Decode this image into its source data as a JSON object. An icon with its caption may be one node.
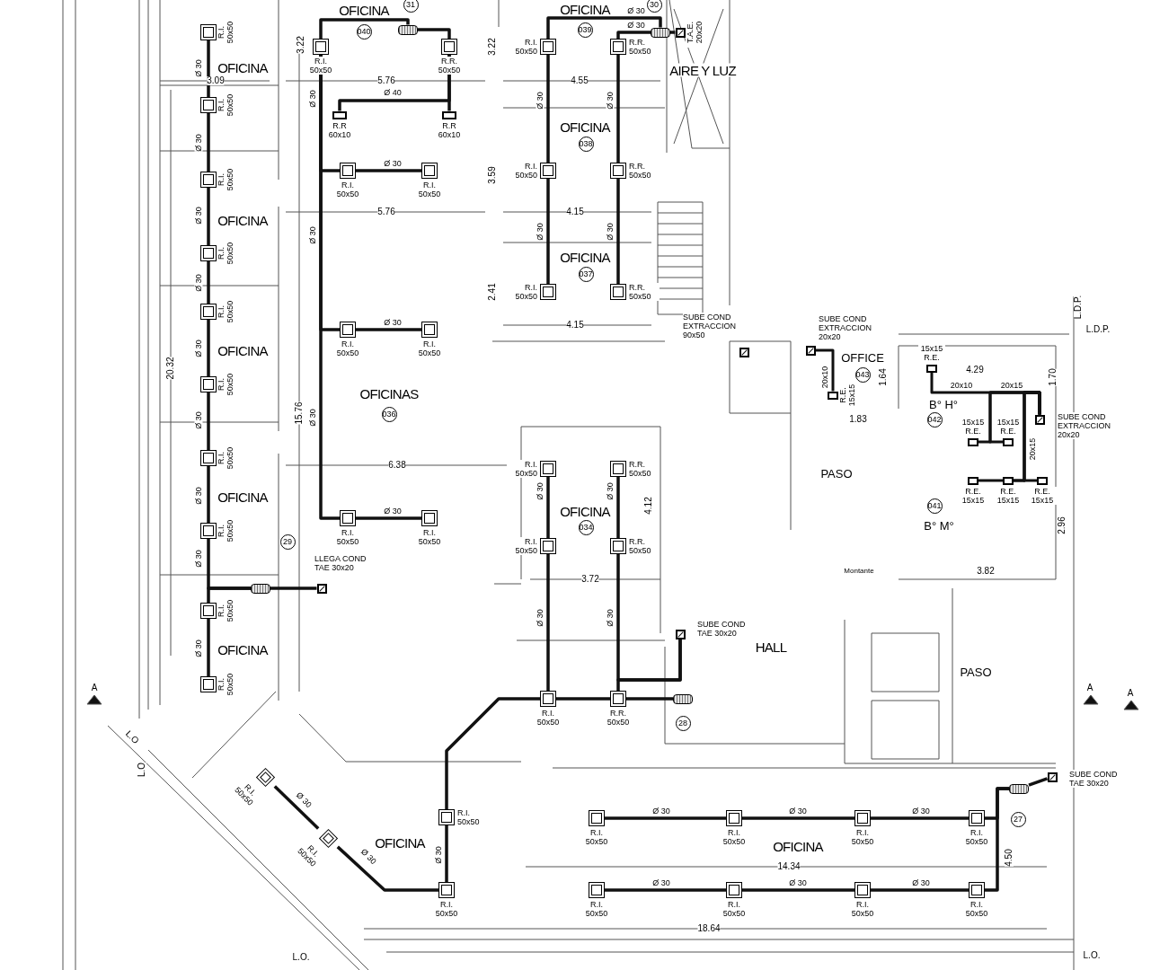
{
  "diagram": {
    "nodes": [
      {
        "text": [],
        "shape": "box",
        "beside": [
          "R.I. 50x50"
        ]
      },
      {
        "text": [],
        "shape": "box",
        "beside": [
          "R.I. 50x50"
        ]
      },
      {
        "text": [],
        "shape": "box",
        "beside": [
          "R.I. 50x50"
        ]
      },
      {
        "text": [],
        "shape": "box",
        "beside": [
          "R.I. 50x50"
        ]
      },
      {
        "text": [],
        "shape": "box",
        "beside": [
          "R.I. 50x50"
        ]
      },
      {
        "text": [],
        "shape": "box",
        "beside": [
          "R.I. 50x50"
        ]
      },
      {
        "text": [],
        "shape": "box",
        "beside": [
          "R.I. 50x50"
        ]
      },
      {
        "text": [],
        "shape": "box",
        "beside": [
          "R.I. 50x50"
        ]
      },
      {
        "text": [],
        "shape": "box",
        "beside": [
          "R.I. 50x50"
        ]
      },
      {
        "text": [],
        "shape": "box",
        "beside": [
          "R.I. 50x50"
        ]
      },
      {
        "text": [],
        "shape": "box"
      },
      {
        "text": [],
        "shape": "box",
        "beside": [
          "LLEGA COND TAE 30x20"
        ]
      },
      {
        "text": [],
        "shape": "box"
      },
      {
        "text": [],
        "shape": "box",
        "beside": [
          "R.I. 50x50"
        ]
      },
      {
        "text": [],
        "shape": "box",
        "beside": [
          "R.R. 50x50"
        ]
      },
      {
        "text": [],
        "shape": "box",
        "beside": [
          "R.R 60x10"
        ]
      },
      {
        "text": [],
        "shape": "box",
        "beside": [
          "R.R 60x10"
        ]
      },
      {
        "text": [],
        "shape": "box",
        "beside": [
          "R.I. 50x50"
        ]
      },
      {
        "text": [],
        "shape": "box",
        "beside": [
          "R.I. 50x50"
        ]
      },
      {
        "text": [],
        "shape": "box",
        "beside": [
          "R.I. 50x50"
        ]
      },
      {
        "text": [],
        "shape": "box",
        "beside": [
          "R.I. 50x50"
        ]
      },
      {
        "text": [],
        "shape": "box",
        "beside": [
          "R.I. 50x50"
        ]
      },
      {
        "text": [],
        "shape": "box",
        "beside": [
          "R.I. 50x50"
        ]
      },
      {
        "text": [],
        "shape": "box",
        "beside": [
          "T.A.E. 20x20"
        ]
      },
      {
        "text": [],
        "shape": "box"
      },
      {
        "text": [],
        "shape": "box",
        "beside": [
          "R.I. 50x50"
        ]
      },
      {
        "text": [],
        "shape": "box",
        "beside": [
          "R.R. 50x50"
        ]
      },
      {
        "text": [],
        "shape": "box",
        "beside": [
          "R.I. 50x50"
        ]
      },
      {
        "text": [],
        "shape": "box",
        "beside": [
          "R.R. 50x50"
        ]
      },
      {
        "text": [],
        "shape": "box",
        "beside": [
          "R.I. 50x50"
        ]
      },
      {
        "text": [],
        "shape": "box",
        "beside": [
          "R.R. 50x50"
        ]
      },
      {
        "text": [],
        "shape": "box",
        "beside": [
          "R.I. 50x50"
        ]
      },
      {
        "text": [],
        "shape": "box",
        "beside": [
          "R.R. 50x50"
        ]
      },
      {
        "text": [],
        "shape": "box",
        "beside": [
          "R.I. 50x50"
        ]
      },
      {
        "text": [],
        "shape": "box",
        "beside": [
          "R.R. 50x50"
        ]
      },
      {
        "text": [],
        "shape": "box",
        "beside": [
          "SUBE COND TAE 30x20"
        ]
      },
      {
        "text": [],
        "shape": "box"
      },
      {
        "text": [],
        "shape": "box",
        "beside": [
          "R.I. 50x50"
        ]
      },
      {
        "text": [],
        "shape": "box",
        "beside": [
          "R.R. 50x50"
        ]
      },
      {
        "text": [],
        "shape": "diamond",
        "beside": [
          "R.I. 50x50"
        ]
      },
      {
        "text": [],
        "shape": "diamond",
        "beside": [
          "R.I. 50x50"
        ]
      },
      {
        "text": [],
        "shape": "box",
        "beside": [
          "R.I. 50x50"
        ]
      },
      {
        "text": [],
        "shape": "box",
        "beside": [
          "R.I. 50x50"
        ]
      },
      {
        "text": [],
        "shape": "box",
        "beside": [
          "R.I. 50x50"
        ]
      },
      {
        "text": [],
        "shape": "box",
        "beside": [
          "R.I. 50x50"
        ]
      },
      {
        "text": [],
        "shape": "box",
        "beside": [
          "R.I. 50x50"
        ]
      },
      {
        "text": [],
        "shape": "box",
        "beside": [
          "R.I. 50x50"
        ]
      },
      {
        "text": [],
        "shape": "box",
        "beside": [
          "R.I. 50x50"
        ]
      },
      {
        "text": [],
        "shape": "box",
        "beside": [
          "R.I. 50x50"
        ]
      },
      {
        "text": [],
        "shape": "box",
        "beside": [
          "R.I. 50x50"
        ]
      },
      {
        "text": [],
        "shape": "box",
        "beside": [
          "R.I. 50x50"
        ]
      },
      {
        "text": [],
        "shape": "box"
      },
      {
        "text": [],
        "shape": "box",
        "beside": [
          "SUBE COND TAE 30x20"
        ]
      },
      {
        "text": [],
        "shape": "box",
        "beside": [
          "SUBE COND EXTRACCION 20x20"
        ]
      },
      {
        "text": [],
        "shape": "box",
        "beside": [
          "R.E. 15x15"
        ]
      },
      {
        "text": [],
        "shape": "box",
        "beside": [
          "15x15 R.E."
        ]
      },
      {
        "text": [],
        "shape": "box",
        "beside": [
          "SUBE COND EXTRACCION 20x20"
        ]
      },
      {
        "text": [],
        "shape": "box",
        "beside": [
          "15x15 R.E."
        ]
      },
      {
        "text": [],
        "shape": "box",
        "beside": [
          "15x15 R.E."
        ]
      },
      {
        "text": [],
        "shape": "box",
        "beside": [
          "R.E. 15x15"
        ]
      },
      {
        "text": [],
        "shape": "box",
        "beside": [
          "R.E. 15x15"
        ]
      },
      {
        "text": [],
        "shape": "box",
        "beside": [
          "R.E. 15x15"
        ]
      },
      {
        "text": [],
        "shape": "box",
        "beside": [
          "SUBE COND EXTRACCION 90x50"
        ]
      },
      {
        "text": [
          "31"
        ]
      },
      {
        "text": [
          "040"
        ]
      },
      {
        "text": [
          "039"
        ]
      },
      {
        "text": [
          "30"
        ]
      },
      {
        "text": [
          "038"
        ]
      },
      {
        "text": [
          "037"
        ]
      },
      {
        "text": [
          "043"
        ]
      },
      {
        "text": [
          "036"
        ]
      },
      {
        "text": [
          "042"
        ]
      },
      {
        "text": [
          "041"
        ]
      },
      {
        "text": [
          "034"
        ]
      },
      {
        "text": [
          "29"
        ]
      },
      {
        "text": [
          "28"
        ]
      },
      {
        "text": [
          "27"
        ]
      }
    ],
    "edges": [
      {
        "from": 0,
        "to": 1,
        "arrow": "none",
        "label": "Ø 30"
      },
      {
        "from": 1,
        "to": 2,
        "arrow": "none",
        "label": "Ø 30"
      },
      {
        "from": 2,
        "to": 3,
        "arrow": "none",
        "label": "Ø 30"
      },
      {
        "from": 3,
        "to": 4,
        "arrow": "none",
        "label": "Ø 30"
      },
      {
        "from": 4,
        "to": 5,
        "arrow": "none",
        "label": "Ø 30"
      },
      {
        "from": 5,
        "to": 6,
        "arrow": "none",
        "label": "Ø 30"
      },
      {
        "from": 6,
        "to": 7,
        "arrow": "none",
        "label": "Ø 30"
      },
      {
        "from": 10,
        "to": 7,
        "arrow": "none",
        "label": "Ø 30"
      },
      {
        "from": 10,
        "to": 8,
        "arrow": "none"
      },
      {
        "from": 8,
        "to": 9,
        "arrow": "none",
        "label": "Ø 30"
      },
      {
        "from": 11,
        "to": 10,
        "arrow": "none"
      },
      {
        "from": 12,
        "to": 13,
        "arrow": "none"
      },
      {
        "from": 12,
        "to": 14,
        "arrow": "none"
      },
      {
        "from": 14,
        "to": 15,
        "arrow": "none",
        "label": "Ø 40"
      },
      {
        "from": 14,
        "to": 16,
        "arrow": "none"
      },
      {
        "from": 13,
        "to": 17,
        "arrow": "none",
        "label": "Ø 30"
      },
      {
        "from": 13,
        "to": 19,
        "arrow": "none",
        "label": "Ø 30"
      },
      {
        "from": 13,
        "to": 21,
        "arrow": "none",
        "label": "Ø 30"
      },
      {
        "from": 17,
        "to": 18,
        "arrow": "none",
        "label": "Ø 30"
      },
      {
        "from": 19,
        "to": 20,
        "arrow": "none",
        "label": "Ø 30"
      },
      {
        "from": 21,
        "to": 22,
        "arrow": "none",
        "label": "Ø 30"
      },
      {
        "from": 23,
        "to": 24,
        "arrow": "none"
      },
      {
        "from": 24,
        "to": 25,
        "arrow": "none",
        "label": "Ø 30"
      },
      {
        "from": 24,
        "to": 26,
        "arrow": "none",
        "label": "Ø 30"
      },
      {
        "from": 25,
        "to": 27,
        "arrow": "none",
        "label": "Ø 30"
      },
      {
        "from": 26,
        "to": 28,
        "arrow": "none",
        "label": "Ø 30"
      },
      {
        "from": 27,
        "to": 29,
        "arrow": "none",
        "label": "Ø 30"
      },
      {
        "from": 28,
        "to": 30,
        "arrow": "none",
        "label": "Ø 30"
      },
      {
        "from": 31,
        "to": 33,
        "arrow": "none",
        "label": "Ø 30"
      },
      {
        "from": 32,
        "to": 34,
        "arrow": "none",
        "label": "Ø 30"
      },
      {
        "from": 33,
        "to": 37,
        "arrow": "none",
        "label": "Ø 30"
      },
      {
        "from": 35,
        "to": 34,
        "arrow": "none",
        "label": "Ø 30"
      },
      {
        "from": 35,
        "to": 38,
        "arrow": "none"
      },
      {
        "from": 36,
        "to": 38,
        "arrow": "none"
      },
      {
        "from": 38,
        "to": 37,
        "arrow": "none"
      },
      {
        "from": 37,
        "to": 41,
        "arrow": "none"
      },
      {
        "from": 41,
        "to": 42,
        "arrow": "none",
        "label": "Ø 30"
      },
      {
        "from": 42,
        "to": 40,
        "arrow": "none",
        "label": "Ø 30"
      },
      {
        "from": 40,
        "to": 39,
        "arrow": "none",
        "label": "Ø 30"
      },
      {
        "from": 43,
        "to": 44,
        "arrow": "none",
        "label": "Ø 30"
      },
      {
        "from": 44,
        "to": 45,
        "arrow": "none",
        "label": "Ø 30"
      },
      {
        "from": 45,
        "to": 46,
        "arrow": "none",
        "label": "Ø 30"
      },
      {
        "from": 47,
        "to": 48,
        "arrow": "none",
        "label": "Ø 30"
      },
      {
        "from": 48,
        "to": 49,
        "arrow": "none",
        "label": "Ø 30"
      },
      {
        "from": 49,
        "to": 50,
        "arrow": "none",
        "label": "Ø 30"
      },
      {
        "from": 52,
        "to": 51,
        "arrow": "none"
      },
      {
        "from": 51,
        "to": 46,
        "arrow": "none"
      },
      {
        "from": 51,
        "to": 50,
        "arrow": "none"
      },
      {
        "from": 53,
        "to": 54,
        "arrow": "none",
        "label": "20x10"
      },
      {
        "from": 56,
        "to": 55,
        "arrow": "none",
        "label": "20x10"
      },
      {
        "from": 56,
        "to": 57,
        "arrow": "none"
      },
      {
        "from": 56,
        "to": 58,
        "arrow": "none",
        "label": "20x15"
      },
      {
        "from": 56,
        "to": 59,
        "arrow": "none"
      },
      {
        "from": 56,
        "to": 60,
        "arrow": "none"
      },
      {
        "from": 56,
        "to": 61,
        "arrow": "none",
        "label": "20x15"
      }
    ],
    "labels": [
      "OFICINA",
      "OFICINA",
      "3.22",
      "3.22",
      "OFICINA",
      "AIRE Y LUZ",
      "3.09",
      "5.76",
      "4.55",
      "OFICINA",
      "3.59",
      "OFICINA",
      "5.76",
      "4.15",
      "OFICINA",
      "2.41",
      "L.D.P.",
      "4.15",
      "L.D.P.",
      "OFICINA",
      "20.32",
      "OFFICE",
      "4.29",
      "1.64",
      "1.70",
      "OFICINAS",
      "B° H°",
      "15.76",
      "1.83",
      "6.38",
      "PASO",
      "OFICINA",
      "OFICINA",
      "4.12",
      "B° M°",
      "2.96",
      "Montante",
      "3.82",
      "3.72",
      "OFICINA",
      "HALL",
      "PASO",
      "A",
      "A",
      "A",
      "L.O",
      "L.O",
      "OFICINA",
      "OFICINA",
      "4.50",
      "14.34",
      "18.64",
      "L.O.",
      "L.O."
    ]
  }
}
